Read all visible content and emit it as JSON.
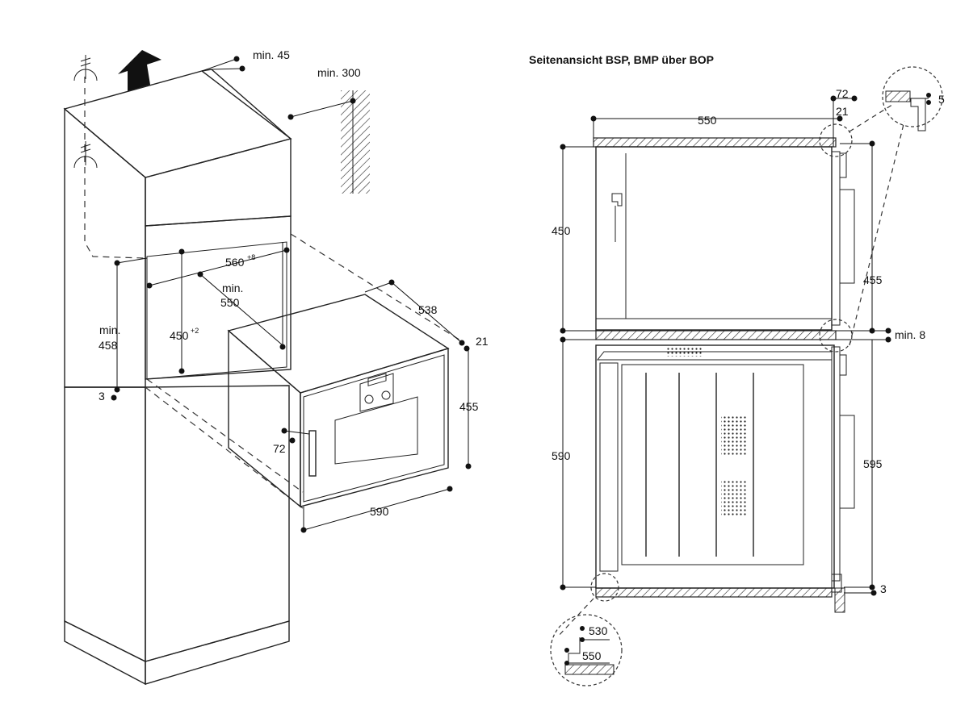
{
  "left_view": {
    "labels": {
      "min45": "min. 45",
      "min300": "min. 300",
      "w560": "560",
      "w560_tol": "+8",
      "min550_a": "min.",
      "min550_b": "550",
      "min458_a": "min.",
      "min458_b": "458",
      "h450": "450",
      "h450_tol": "+2",
      "d538": "538",
      "d21": "21",
      "h455": "455",
      "d72": "72",
      "d3": "3",
      "w590": "590"
    }
  },
  "right_view": {
    "title": "Seitenansicht BSP, BMP über BOP",
    "labels": {
      "d550": "550",
      "d72": "72",
      "d21": "21",
      "d5": "5",
      "h450": "450",
      "h455": "455",
      "min8": "min. 8",
      "h590": "590",
      "h595": "595",
      "d3": "3",
      "d530": "530",
      "d550b": "550"
    }
  },
  "colors": {
    "line": "#222222",
    "background": "#ffffff"
  }
}
